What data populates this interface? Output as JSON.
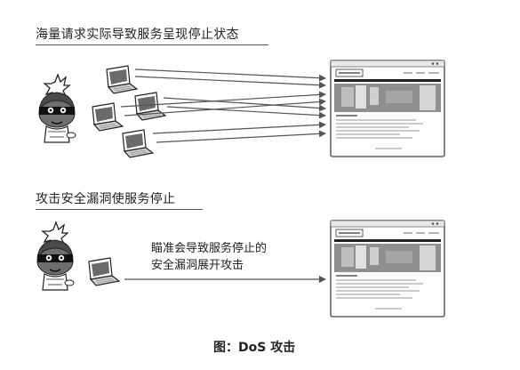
{
  "scenario_1": {
    "title": "海量请求实际导致服务呈现停止状态"
  },
  "scenario_2": {
    "title": "攻击安全漏洞使服务停止",
    "note_line1": "瞄准会导致服务停止的",
    "note_line2": "安全漏洞展开攻击"
  },
  "caption": "图：DoS 攻击",
  "icons": [
    "attacker-icon",
    "laptop-icon",
    "server-webpage-icon",
    "arrow-icon"
  ]
}
